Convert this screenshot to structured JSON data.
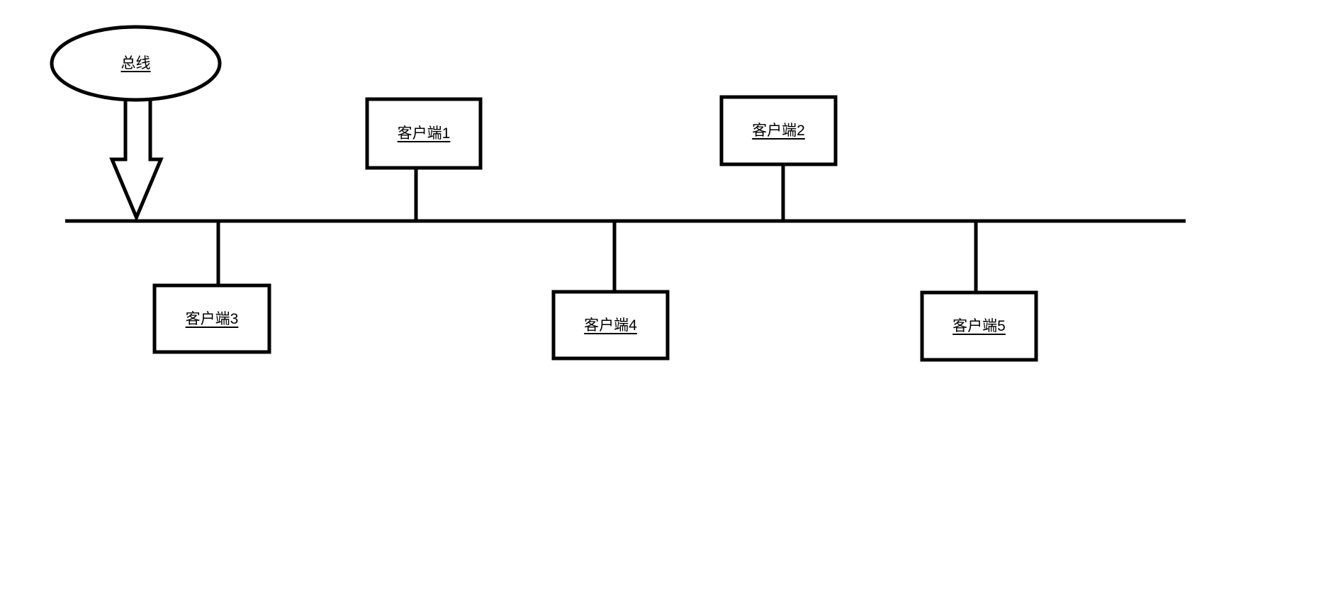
{
  "diagram": {
    "type": "bus-network-topology",
    "background_color": "#ffffff",
    "stroke_color": "#000000",
    "shape_fill_color": "#ffffff",
    "bus_node": {
      "label": "总线",
      "shape": "ellipse"
    },
    "bus_line": {
      "description": "horizontal bus backbone line"
    },
    "arrow": {
      "description": "hollow down arrow from bus ellipse to bus line"
    },
    "clients": [
      {
        "label": "客户端1",
        "position": "above-bus"
      },
      {
        "label": "客户端2",
        "position": "above-bus"
      },
      {
        "label": "客户端3",
        "position": "below-bus"
      },
      {
        "label": "客户端4",
        "position": "below-bus"
      },
      {
        "label": "客户端5",
        "position": "below-bus"
      }
    ]
  }
}
